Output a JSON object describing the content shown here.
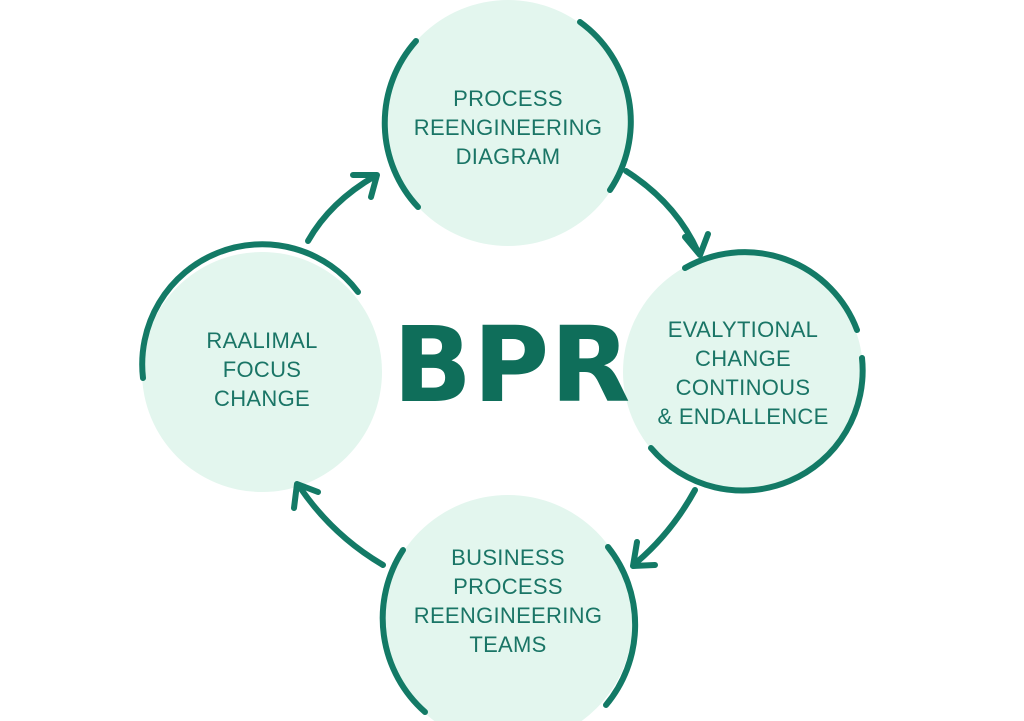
{
  "center": {
    "text": "BPR"
  },
  "nodes": {
    "top": {
      "lines": [
        "PROCESS",
        "REENGINEERING",
        "DIAGRAM"
      ]
    },
    "right": {
      "lines": [
        "EVALYTIONAL",
        "CHANGE",
        "CONTINOUS",
        "& ENDALLENCE"
      ]
    },
    "bottom": {
      "lines": [
        "BUSINESS",
        "PROCESS",
        "REENGINEERING",
        "TEAMS"
      ]
    },
    "left": {
      "lines": [
        "RAALIMAL",
        "FOCUS",
        "CHANGE"
      ]
    }
  },
  "colors": {
    "circle_fill": "#e3f6ee",
    "stroke": "#137a66",
    "text": "#1a7566",
    "center_text": "#0f6e5a",
    "background": "#ffffff"
  }
}
